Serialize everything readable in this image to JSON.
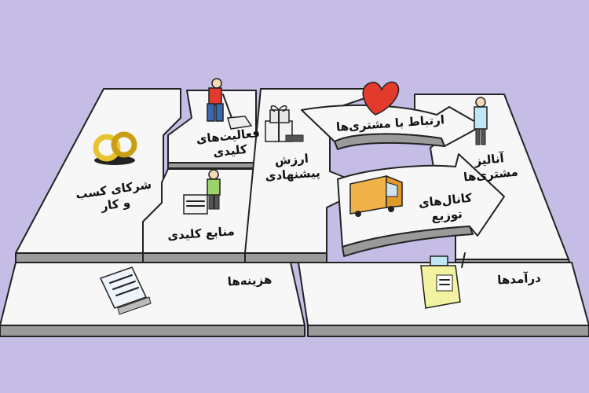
{
  "canvas": {
    "key_partners": "شرکای کسب و کار",
    "key_activities": "فعالیت‌های کلیدی",
    "key_resources": "منابع کلیدی",
    "value_propositions": "ارزش پیشنهادی",
    "customer_relationships": "ارتباط با مشتری‌ها",
    "channels": "کانال‌های توزیع",
    "customer_segments": "آنالیز مشتری‌ها",
    "cost_structure": "هزینه‌ها",
    "revenue_streams": "درآمدها"
  },
  "colors": {
    "background": "#c5bde6",
    "board": "#f7f7f7",
    "board_side": "#9a9a9a",
    "heart": "#e23b2e",
    "truck": "#f2b24a",
    "rings": "#e8c431"
  },
  "icons": [
    "rings-icon",
    "worker-icon",
    "machine-icon",
    "gift-icon",
    "heart-icon",
    "truck-icon",
    "customer-icon",
    "receipt-icon",
    "cash-register-icon"
  ]
}
